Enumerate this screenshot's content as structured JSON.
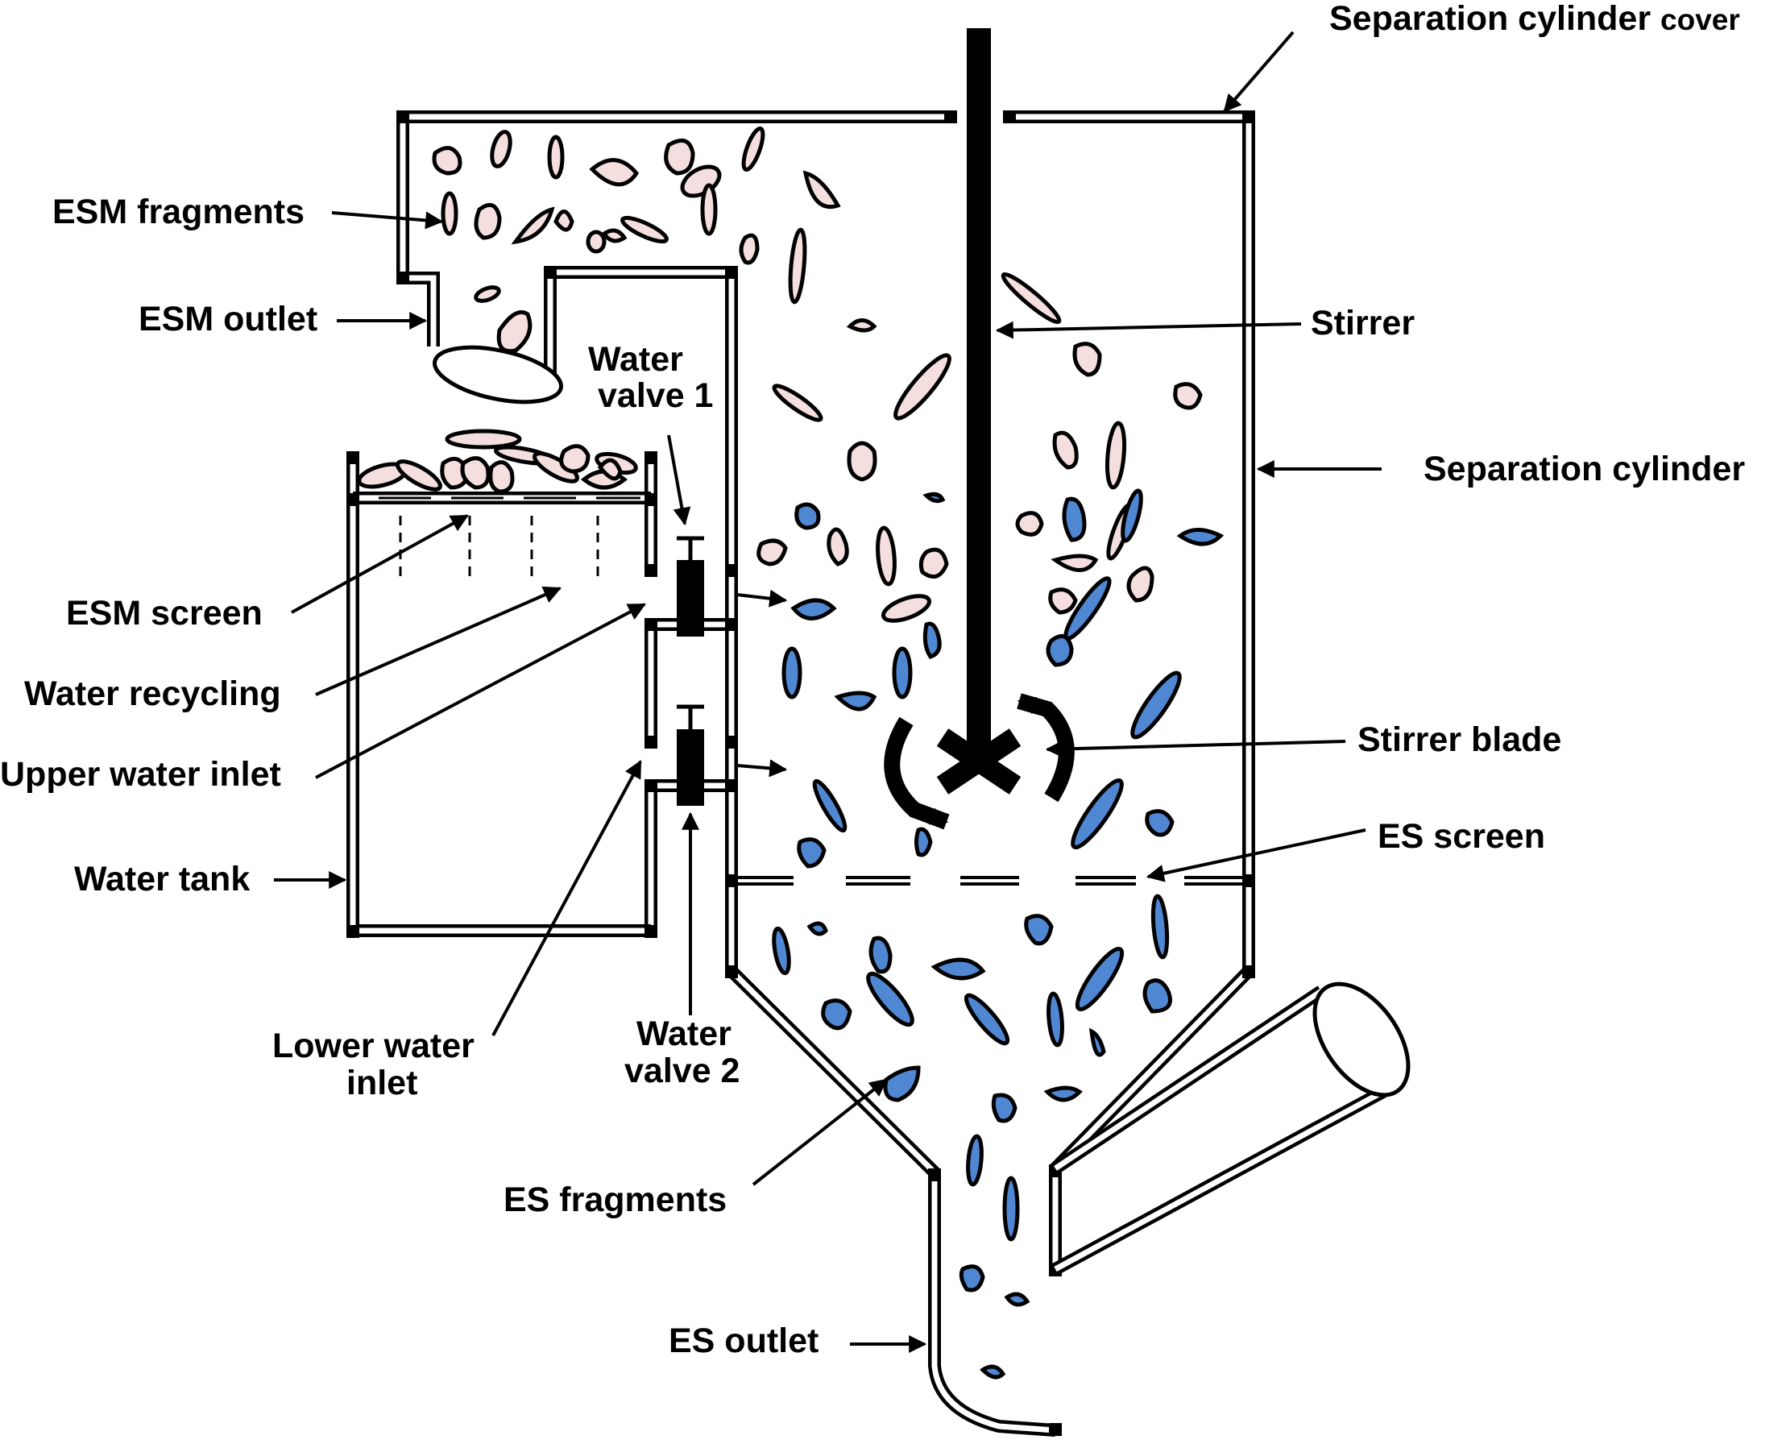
{
  "labels": {
    "separation_cylinder": "Separation cylinder",
    "separation_cylinder_cover_main": "Separation cylinder",
    "separation_cylinder_cover_suffix": "cover",
    "esm_fragments": "ESM fragments",
    "esm_outlet": "ESM outlet",
    "stirrer": "Stirrer",
    "water_valve_1_line1": "Water",
    "water_valve_1_line2": "valve 1",
    "esm_screen": "ESM screen",
    "water_recycling": "Water recycling",
    "upper_water_inlet": "Upper water inlet",
    "water_tank": "Water tank",
    "stirrer_blade": "Stirrer blade",
    "es_screen": "ES screen",
    "lower_water_inlet_line1": "Lower water",
    "lower_water_inlet_line2": "inlet",
    "water_valve_2_line1": "Water",
    "water_valve_2_line2": "valve 2",
    "es_fragments": "ES fragments",
    "es_outlet": "ES outlet"
  },
  "colors": {
    "esm_fragment_fill": "#f4dede",
    "es_fragment_fill": "#4f87d2",
    "outline": "#000000"
  }
}
